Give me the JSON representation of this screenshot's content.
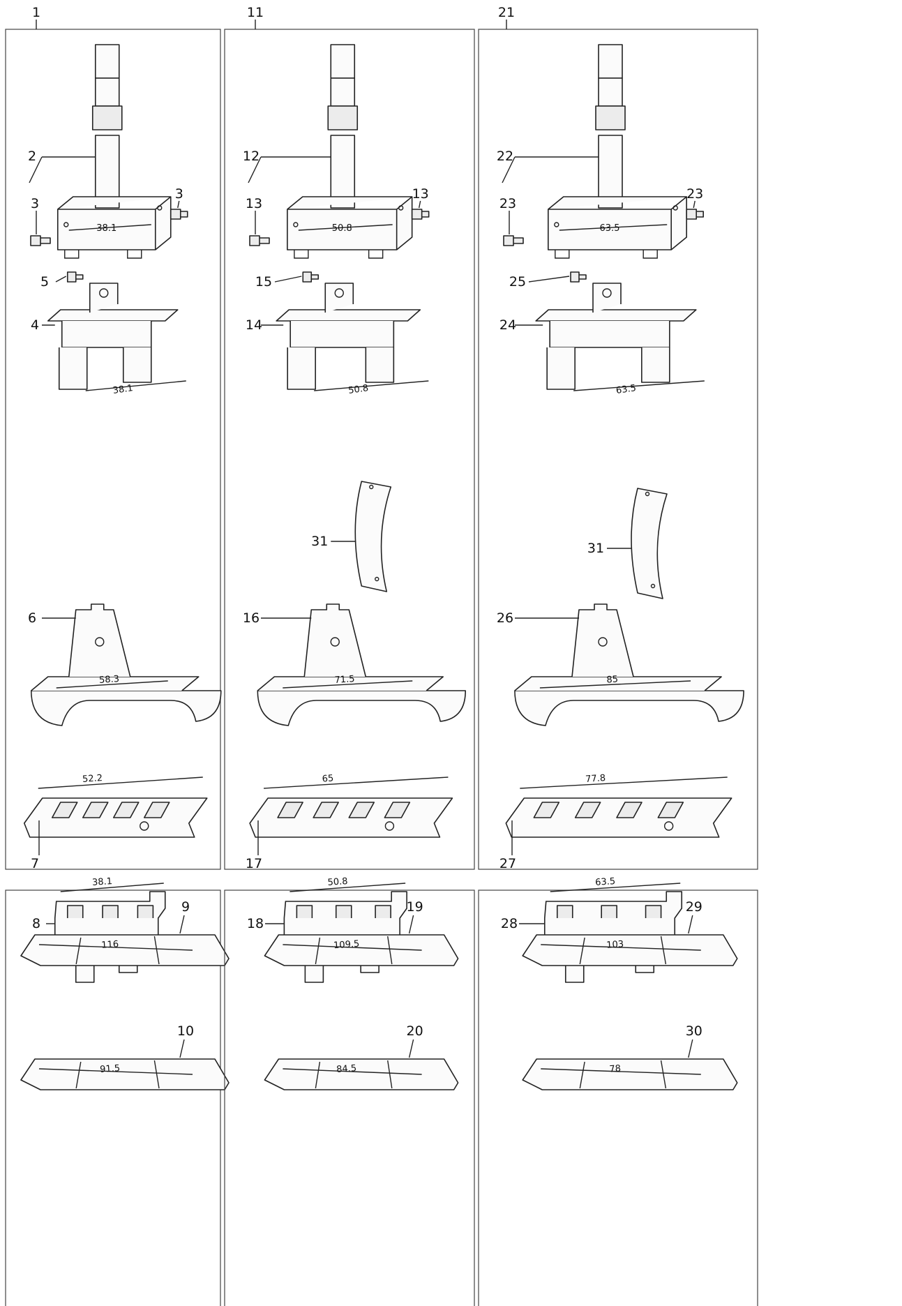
{
  "columns": [
    {
      "group": "1",
      "bar_label": "2",
      "bar_screw_left": "3",
      "bar_screw_right": "3",
      "bar_dim": "38.1",
      "foot_label": "4",
      "foot_screw": "5",
      "foot_dim": "38.1",
      "plate_label": null,
      "shoe_label": "6",
      "shoe_dim": "58.3",
      "feed_label": "7",
      "feed_dim": "52.2",
      "dog_label": "8",
      "dog_dim": "38.1",
      "slide1_label": "9",
      "slide1_dim": "116",
      "slide2_label": "10",
      "slide2_dim": "91.5"
    },
    {
      "group": "11",
      "bar_label": "12",
      "bar_screw_left": "13",
      "bar_screw_right": "13",
      "bar_dim": "50.8",
      "foot_label": "14",
      "foot_screw": "15",
      "foot_dim": "50.8",
      "plate_label": "31",
      "shoe_label": "16",
      "shoe_dim": "71.5",
      "feed_label": "17",
      "feed_dim": "65",
      "dog_label": "18",
      "dog_dim": "50.8",
      "slide1_label": "19",
      "slide1_dim": "109.5",
      "slide2_label": "20",
      "slide2_dim": "84.5"
    },
    {
      "group": "21",
      "bar_label": "22",
      "bar_screw_left": "23",
      "bar_screw_right": "23",
      "bar_dim": "63.5",
      "foot_label": "24",
      "foot_screw": "25",
      "foot_dim": "63.5",
      "plate_label": "31",
      "shoe_label": "26",
      "shoe_dim": "85",
      "feed_label": "27",
      "feed_dim": "77.8",
      "dog_label": "28",
      "dog_dim": "63.5",
      "slide1_label": "29",
      "slide1_dim": "103",
      "slide2_label": "30",
      "slide2_dim": "78"
    }
  ]
}
